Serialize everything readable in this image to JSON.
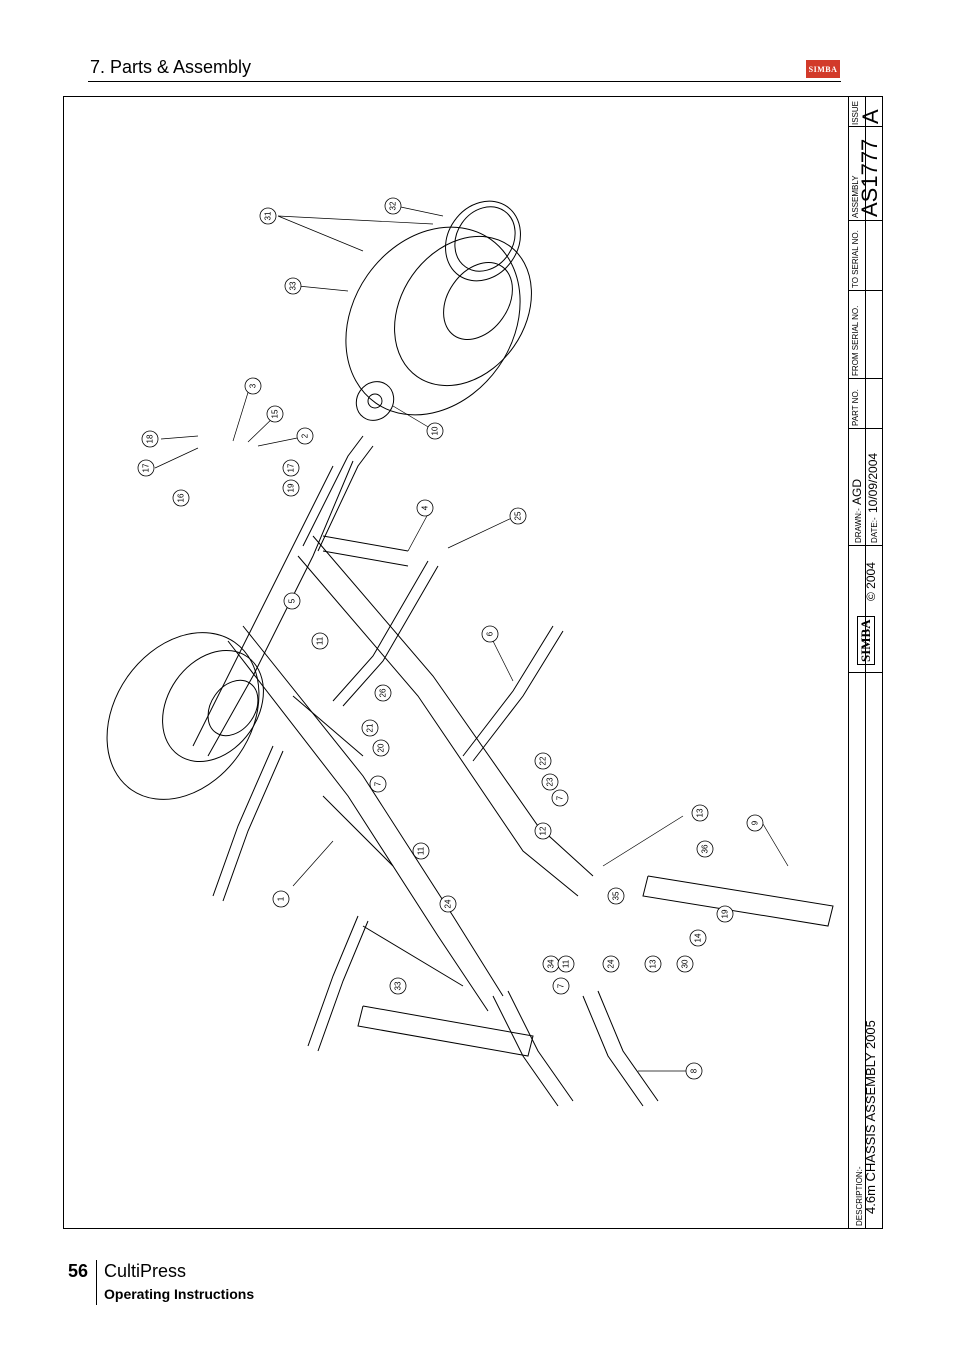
{
  "header": {
    "section_title": "7. Parts & Assembly",
    "logo_text": "SIMBA"
  },
  "title_block": {
    "issue_label": "ISSUE",
    "issue_value": "A",
    "assembly_label": "ASSEMBLY",
    "assembly_value": "AS1777",
    "to_serial_label": "TO SERIAL NO.",
    "from_serial_label": "FROM SERIAL NO.",
    "part_no_label": "PART NO.",
    "drawn_label": "DRAWN:-",
    "drawn_value": "AGD",
    "date_label": "DATE:-",
    "date_value": "10/09/2004",
    "copyright": "© 2004",
    "company_logo": "SIMBA",
    "description_label": "DESCRIPTION:-",
    "description_value": "4.6m CHASSIS ASSEMBLY 2005"
  },
  "callouts": [
    "31",
    "32",
    "33",
    "3",
    "15",
    "2",
    "18",
    "17",
    "16",
    "19",
    "17",
    "10",
    "4",
    "25",
    "5",
    "11",
    "6",
    "26",
    "21",
    "20",
    "22",
    "23",
    "7",
    "7",
    "12",
    "11",
    "13",
    "9",
    "36",
    "35",
    "19",
    "14",
    "24",
    "34",
    "13",
    "30",
    "24",
    "11",
    "7",
    "33",
    "8",
    "1"
  ],
  "footer": {
    "page_number": "56",
    "product": "CultiPress",
    "subtitle": "Operating Instructions"
  },
  "colors": {
    "line": "#000000",
    "logo_red": "#d23a2a"
  }
}
